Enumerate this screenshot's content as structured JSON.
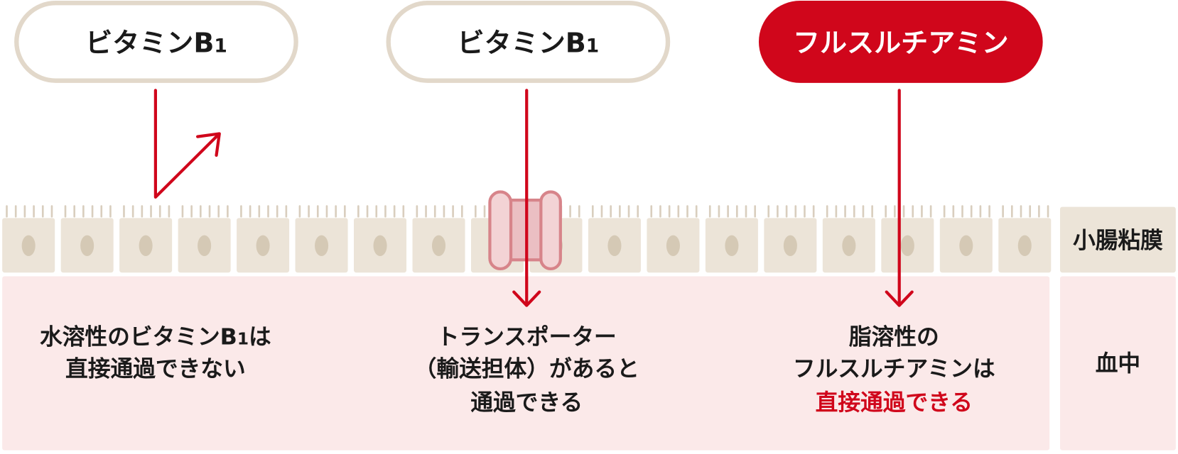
{
  "pills": [
    {
      "label": "ビタミンB",
      "sub": "1"
    },
    {
      "label": "ビタミンB",
      "sub": "1"
    },
    {
      "label": "フルスルチアミン"
    }
  ],
  "region_labels": {
    "mucosa": "小腸粘膜",
    "blood": "血中"
  },
  "captions": [
    {
      "lines": [
        {
          "pre": "水溶性のビタミンB",
          "sub": "1",
          "post": "は"
        },
        {
          "text": "直接通過できない"
        }
      ]
    },
    {
      "lines": [
        {
          "text": "トランスポーター"
        },
        {
          "text": "（輸送担体）があると"
        },
        {
          "text": "通過できる"
        }
      ]
    },
    {
      "lines": [
        {
          "text": "脂溶性の"
        },
        {
          "text": "フルスルチアミンは"
        },
        {
          "text": "直接通過できる"
        }
      ]
    }
  ],
  "colors": {
    "accent_red": "#d0061b",
    "pill_border": "#e2d8ca",
    "mucosa": "#ece4d8",
    "nucleus": "#d5c9b5",
    "blood": "#fbe9e9",
    "transporter_stroke": "#d7848a",
    "transporter_fill": "#f3d3d5",
    "text": "#1a1a1a"
  }
}
